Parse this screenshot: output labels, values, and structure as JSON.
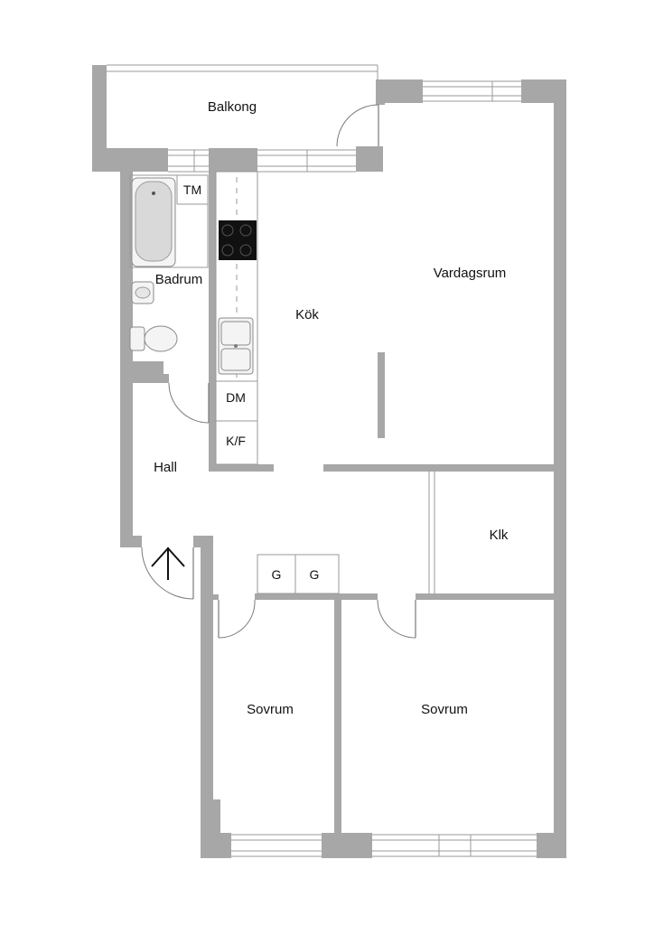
{
  "rooms": {
    "balkong": "Balkong",
    "vardagsrum": "Vardagsrum",
    "kok": "Kök",
    "badrum": "Badrum",
    "hall": "Hall",
    "klk": "Klk",
    "sovrum_left": "Sovrum",
    "sovrum_right": "Sovrum"
  },
  "fixtures": {
    "tm": "TM",
    "dm": "DM",
    "kf": "K/F",
    "g1": "G",
    "g2": "G"
  }
}
